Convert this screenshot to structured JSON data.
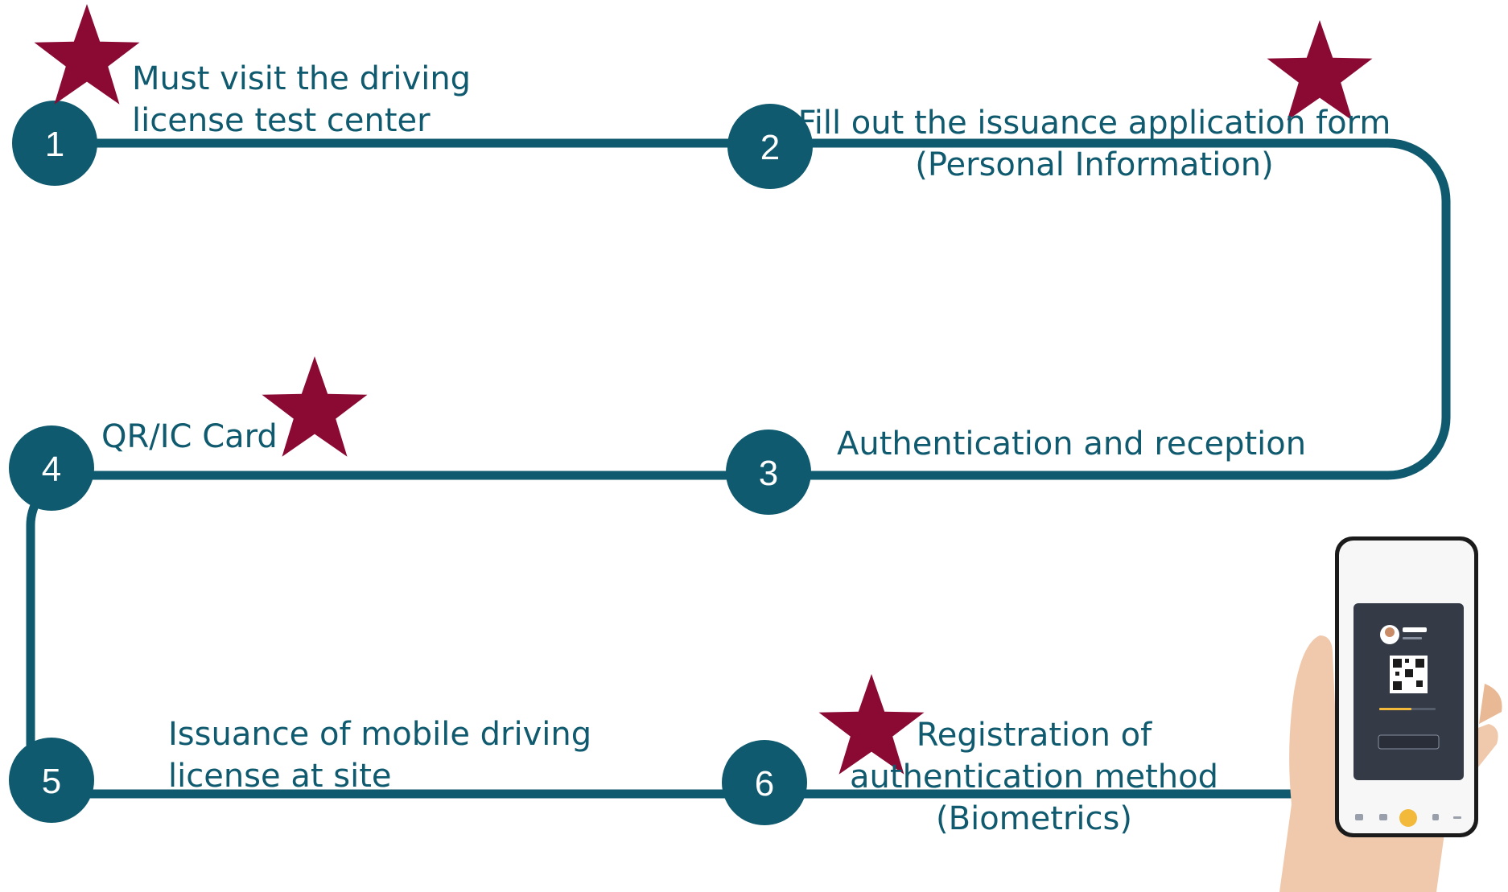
{
  "colors": {
    "path": "#0f5a6e",
    "node": "#0f5a6e",
    "star": "#8b0a34",
    "label": "#0f5a6e"
  },
  "steps": [
    {
      "number": "1",
      "line1": "Must visit the driving",
      "line2": "license test center",
      "starred": true
    },
    {
      "number": "2",
      "line1": "Fill out the issuance application form",
      "line2": "(Personal Information)",
      "starred": true
    },
    {
      "number": "3",
      "line1": "Authentication and reception",
      "starred": false
    },
    {
      "number": "4",
      "line1": "QR/IC Card",
      "starred": true
    },
    {
      "number": "5",
      "line1": "Issuance of mobile driving",
      "line2": "license at site",
      "starred": false
    },
    {
      "number": "6",
      "line1": "Registration of",
      "line2": "authentication method",
      "line3": "(Biometrics)",
      "starred": true
    }
  ],
  "phone": {
    "icon": "hand-holding-phone-icon"
  }
}
